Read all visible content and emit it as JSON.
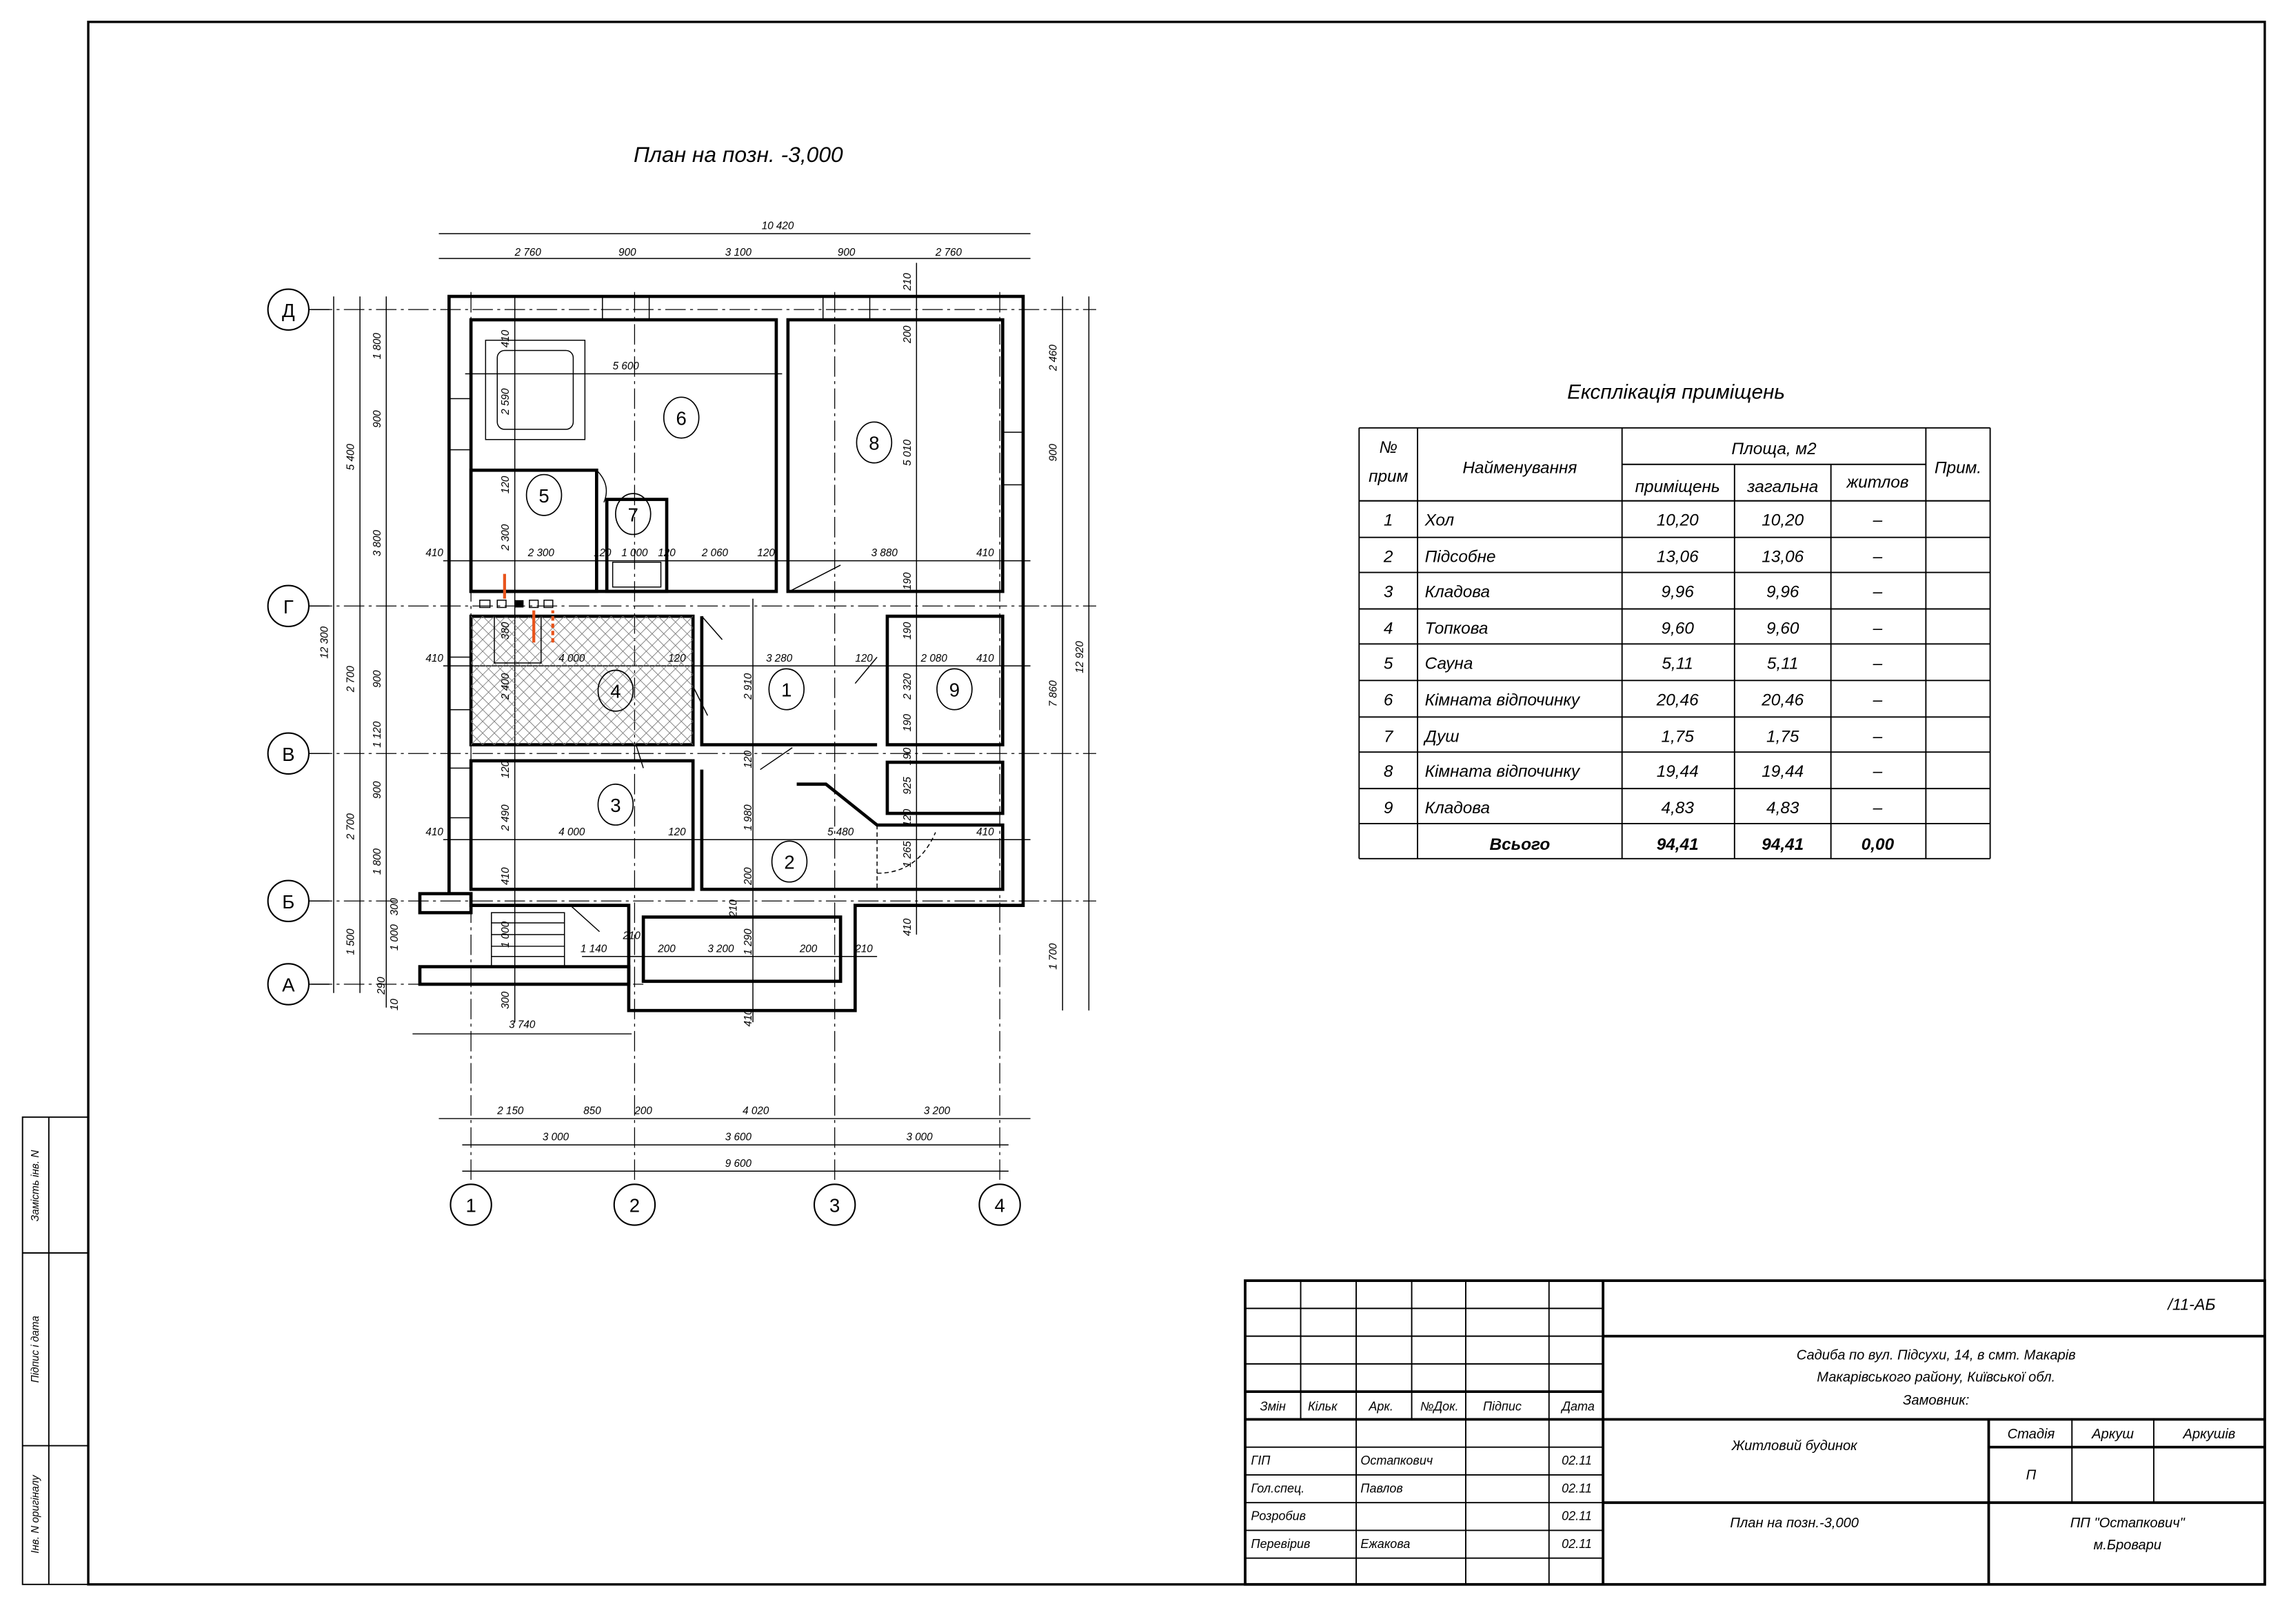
{
  "plan": {
    "title": "План на позн. -3,000",
    "axes_letters": [
      "Д",
      "Г",
      "В",
      "Б",
      "А"
    ],
    "axes_numbers": [
      "1",
      "2",
      "3",
      "4"
    ],
    "rooms": [
      "1",
      "2",
      "3",
      "4",
      "5",
      "6",
      "7",
      "8",
      "9"
    ],
    "dims": [
      "10 420",
      "2 760",
      "900",
      "3 100",
      "900",
      "2 760",
      "2 150",
      "850",
      "200",
      "4 020",
      "3 200",
      "3 000",
      "3 600",
      "3 000",
      "9 600",
      "3 740",
      "12 300",
      "5 400",
      "1 800",
      "900",
      "3 800",
      "2 700",
      "900",
      "1 120",
      "2 700",
      "900",
      "1 800",
      "1 500",
      "300",
      "1 000",
      "290",
      "10",
      "12 920",
      "7 860",
      "2 460",
      "900",
      "1 700",
      "5 600",
      "410",
      "2 300",
      "120",
      "1 000",
      "120",
      "2 060",
      "120",
      "3 880",
      "410",
      "410",
      "4 000",
      "120",
      "3 280",
      "120",
      "2 080",
      "410",
      "410",
      "4 000",
      "120",
      "5 480",
      "410",
      "1 140",
      "210",
      "200",
      "3 200",
      "200",
      "210",
      "410",
      "2 590",
      "120",
      "2 300",
      "210",
      "200",
      "5 010",
      "190",
      "380",
      "2 400",
      "190",
      "2 320",
      "190",
      "190",
      "925",
      "120",
      "1 265",
      "2 910",
      "120",
      "1 980",
      "200",
      "210",
      "1 290",
      "410",
      "410",
      "120",
      "2 490",
      "410",
      "1 000",
      "300"
    ],
    "accent_color": "#e8541c"
  },
  "explication": {
    "title": "Експлікація приміщень",
    "headers": {
      "num": "№",
      "num2": "прим",
      "name": "Найменування",
      "area": "Площа, м2",
      "room": "приміщень",
      "total": "загальна",
      "living": "житлов",
      "note": "Прим."
    },
    "rows": [
      {
        "n": "1",
        "name": "Хол",
        "room": "10,20",
        "total": "10,20",
        "living": "–"
      },
      {
        "n": "2",
        "name": "Підсобне",
        "room": "13,06",
        "total": "13,06",
        "living": "–"
      },
      {
        "n": "3",
        "name": "Кладова",
        "room": "9,96",
        "total": "9,96",
        "living": "–"
      },
      {
        "n": "4",
        "name": "Топкова",
        "room": "9,60",
        "total": "9,60",
        "living": "–"
      },
      {
        "n": "5",
        "name": "Сауна",
        "room": "5,11",
        "total": "5,11",
        "living": "–"
      },
      {
        "n": "6",
        "name": "Кімната відпочинку",
        "room": "20,46",
        "total": "20,46",
        "living": "–"
      },
      {
        "n": "7",
        "name": "Душ",
        "room": "1,75",
        "total": "1,75",
        "living": "–"
      },
      {
        "n": "8",
        "name": "Кімната відпочинку",
        "room": "19,44",
        "total": "19,44",
        "living": "–"
      },
      {
        "n": "9",
        "name": "Кладова",
        "room": "4,83",
        "total": "4,83",
        "living": "–"
      }
    ],
    "total": {
      "label": "Всього",
      "room": "94,41",
      "total": "94,41",
      "living": "0,00"
    }
  },
  "titleblock": {
    "code": "/11-АБ",
    "address1": "Садиба по вул. Підсухи, 14, в смт. Макарів",
    "address2": "Макарівського району, Київської обл.",
    "customer": "Замовник:",
    "building": "Житловий будинок",
    "sheet_title": "План на позн.-3,000",
    "stage_h": "Стадія",
    "sheet_h": "Аркуш",
    "sheets_h": "Аркушів",
    "stage": "П",
    "company1": "ПП \"Остапкович\"",
    "company2": "м.Бровари",
    "cols": [
      "Змін",
      "Кільк",
      "Арк.",
      "№Док.",
      "Підпис",
      "Дата"
    ],
    "people": [
      {
        "role": "ГІП",
        "name": "Остапкович",
        "date": "02.11"
      },
      {
        "role": "Гол.спец.",
        "name": "Павлов",
        "date": "02.11"
      },
      {
        "role": "Розробив",
        "name": "",
        "date": "02.11"
      },
      {
        "role": "Перевірив",
        "name": "Ежакова",
        "date": "02.11"
      }
    ]
  },
  "side_stamp": [
    "Замість інв. N",
    "Підпис і дата",
    "Інв. N оригіналу"
  ]
}
